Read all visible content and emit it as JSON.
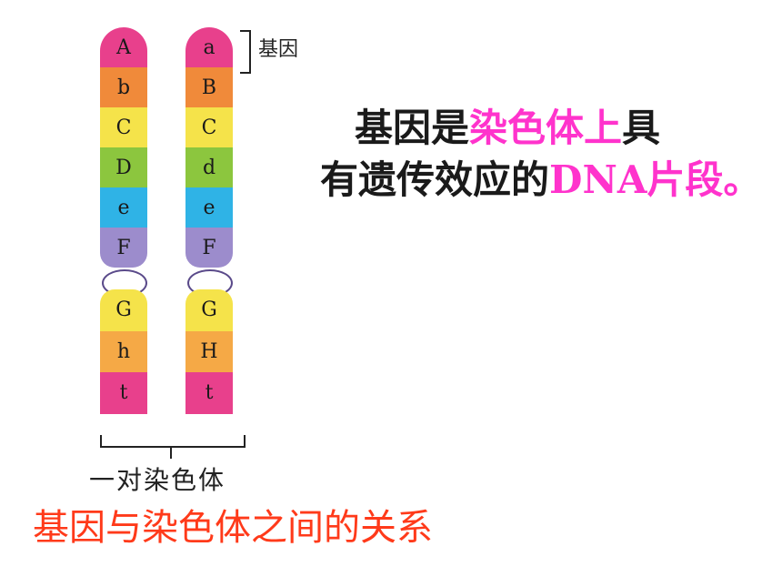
{
  "diagram": {
    "chromosome_left": {
      "top_bands": [
        {
          "label": "A",
          "color": "#e8408c"
        },
        {
          "label": "b",
          "color": "#f08a3a"
        },
        {
          "label": "C",
          "color": "#f5e34a"
        },
        {
          "label": "D",
          "color": "#8cc63e"
        },
        {
          "label": "e",
          "color": "#2fb3e6"
        },
        {
          "label": "F",
          "color": "#9c8ccc"
        }
      ],
      "bottom_bands": [
        {
          "label": "G",
          "color": "#f5e34a"
        },
        {
          "label": "h",
          "color": "#f5a946"
        },
        {
          "label": "t",
          "color": "#e8408c"
        }
      ]
    },
    "chromosome_right": {
      "top_bands": [
        {
          "label": "a",
          "color": "#e8408c"
        },
        {
          "label": "B",
          "color": "#f08a3a"
        },
        {
          "label": "C",
          "color": "#f5e34a"
        },
        {
          "label": "d",
          "color": "#8cc63e"
        },
        {
          "label": "e",
          "color": "#2fb3e6"
        },
        {
          "label": "F",
          "color": "#9c8ccc"
        }
      ],
      "bottom_bands": [
        {
          "label": "G",
          "color": "#f5e34a"
        },
        {
          "label": "H",
          "color": "#f5a946"
        },
        {
          "label": "t",
          "color": "#e8408c"
        }
      ]
    },
    "gene_label": "基因",
    "pair_label": "一对染色体"
  },
  "statement": {
    "line1_a": "基因是",
    "line1_b": "染色体上",
    "line1_c": "具",
    "line2_a": "有遗传效应的",
    "line2_b": "DNA片段。"
  },
  "title": "基因与染色体之间的关系",
  "colors": {
    "highlight": "#ff33cc",
    "title": "#ff3a1a"
  }
}
